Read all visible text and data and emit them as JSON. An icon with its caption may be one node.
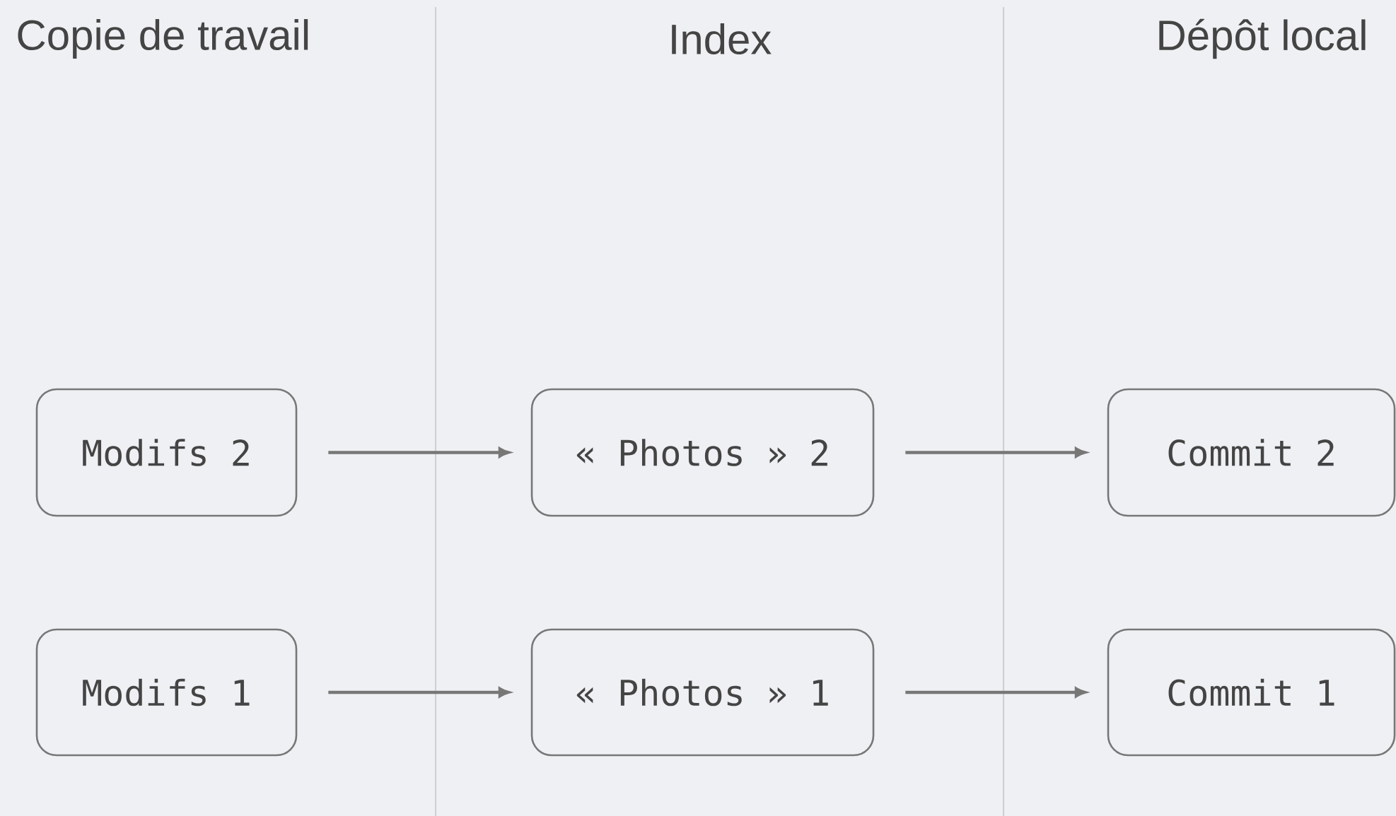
{
  "diagram": {
    "nodes": [
      {
        "text": [
          "Modifs 2"
        ]
      },
      {
        "text": [
          "« Photos » 2"
        ]
      },
      {
        "text": [
          "Commit 2"
        ]
      },
      {
        "text": [
          "Modifs 1"
        ]
      },
      {
        "text": [
          "« Photos » 1"
        ]
      },
      {
        "text": [
          "Commit 1"
        ]
      }
    ],
    "edges": [
      {
        "from": 0,
        "to": 1,
        "arrow": "to"
      },
      {
        "from": 1,
        "to": 2,
        "arrow": "to"
      },
      {
        "from": 3,
        "to": 4,
        "arrow": "to"
      },
      {
        "from": 4,
        "to": 5,
        "arrow": "to"
      }
    ],
    "labels": [
      "Copie de travail",
      "Index",
      "Dépôt local"
    ]
  }
}
